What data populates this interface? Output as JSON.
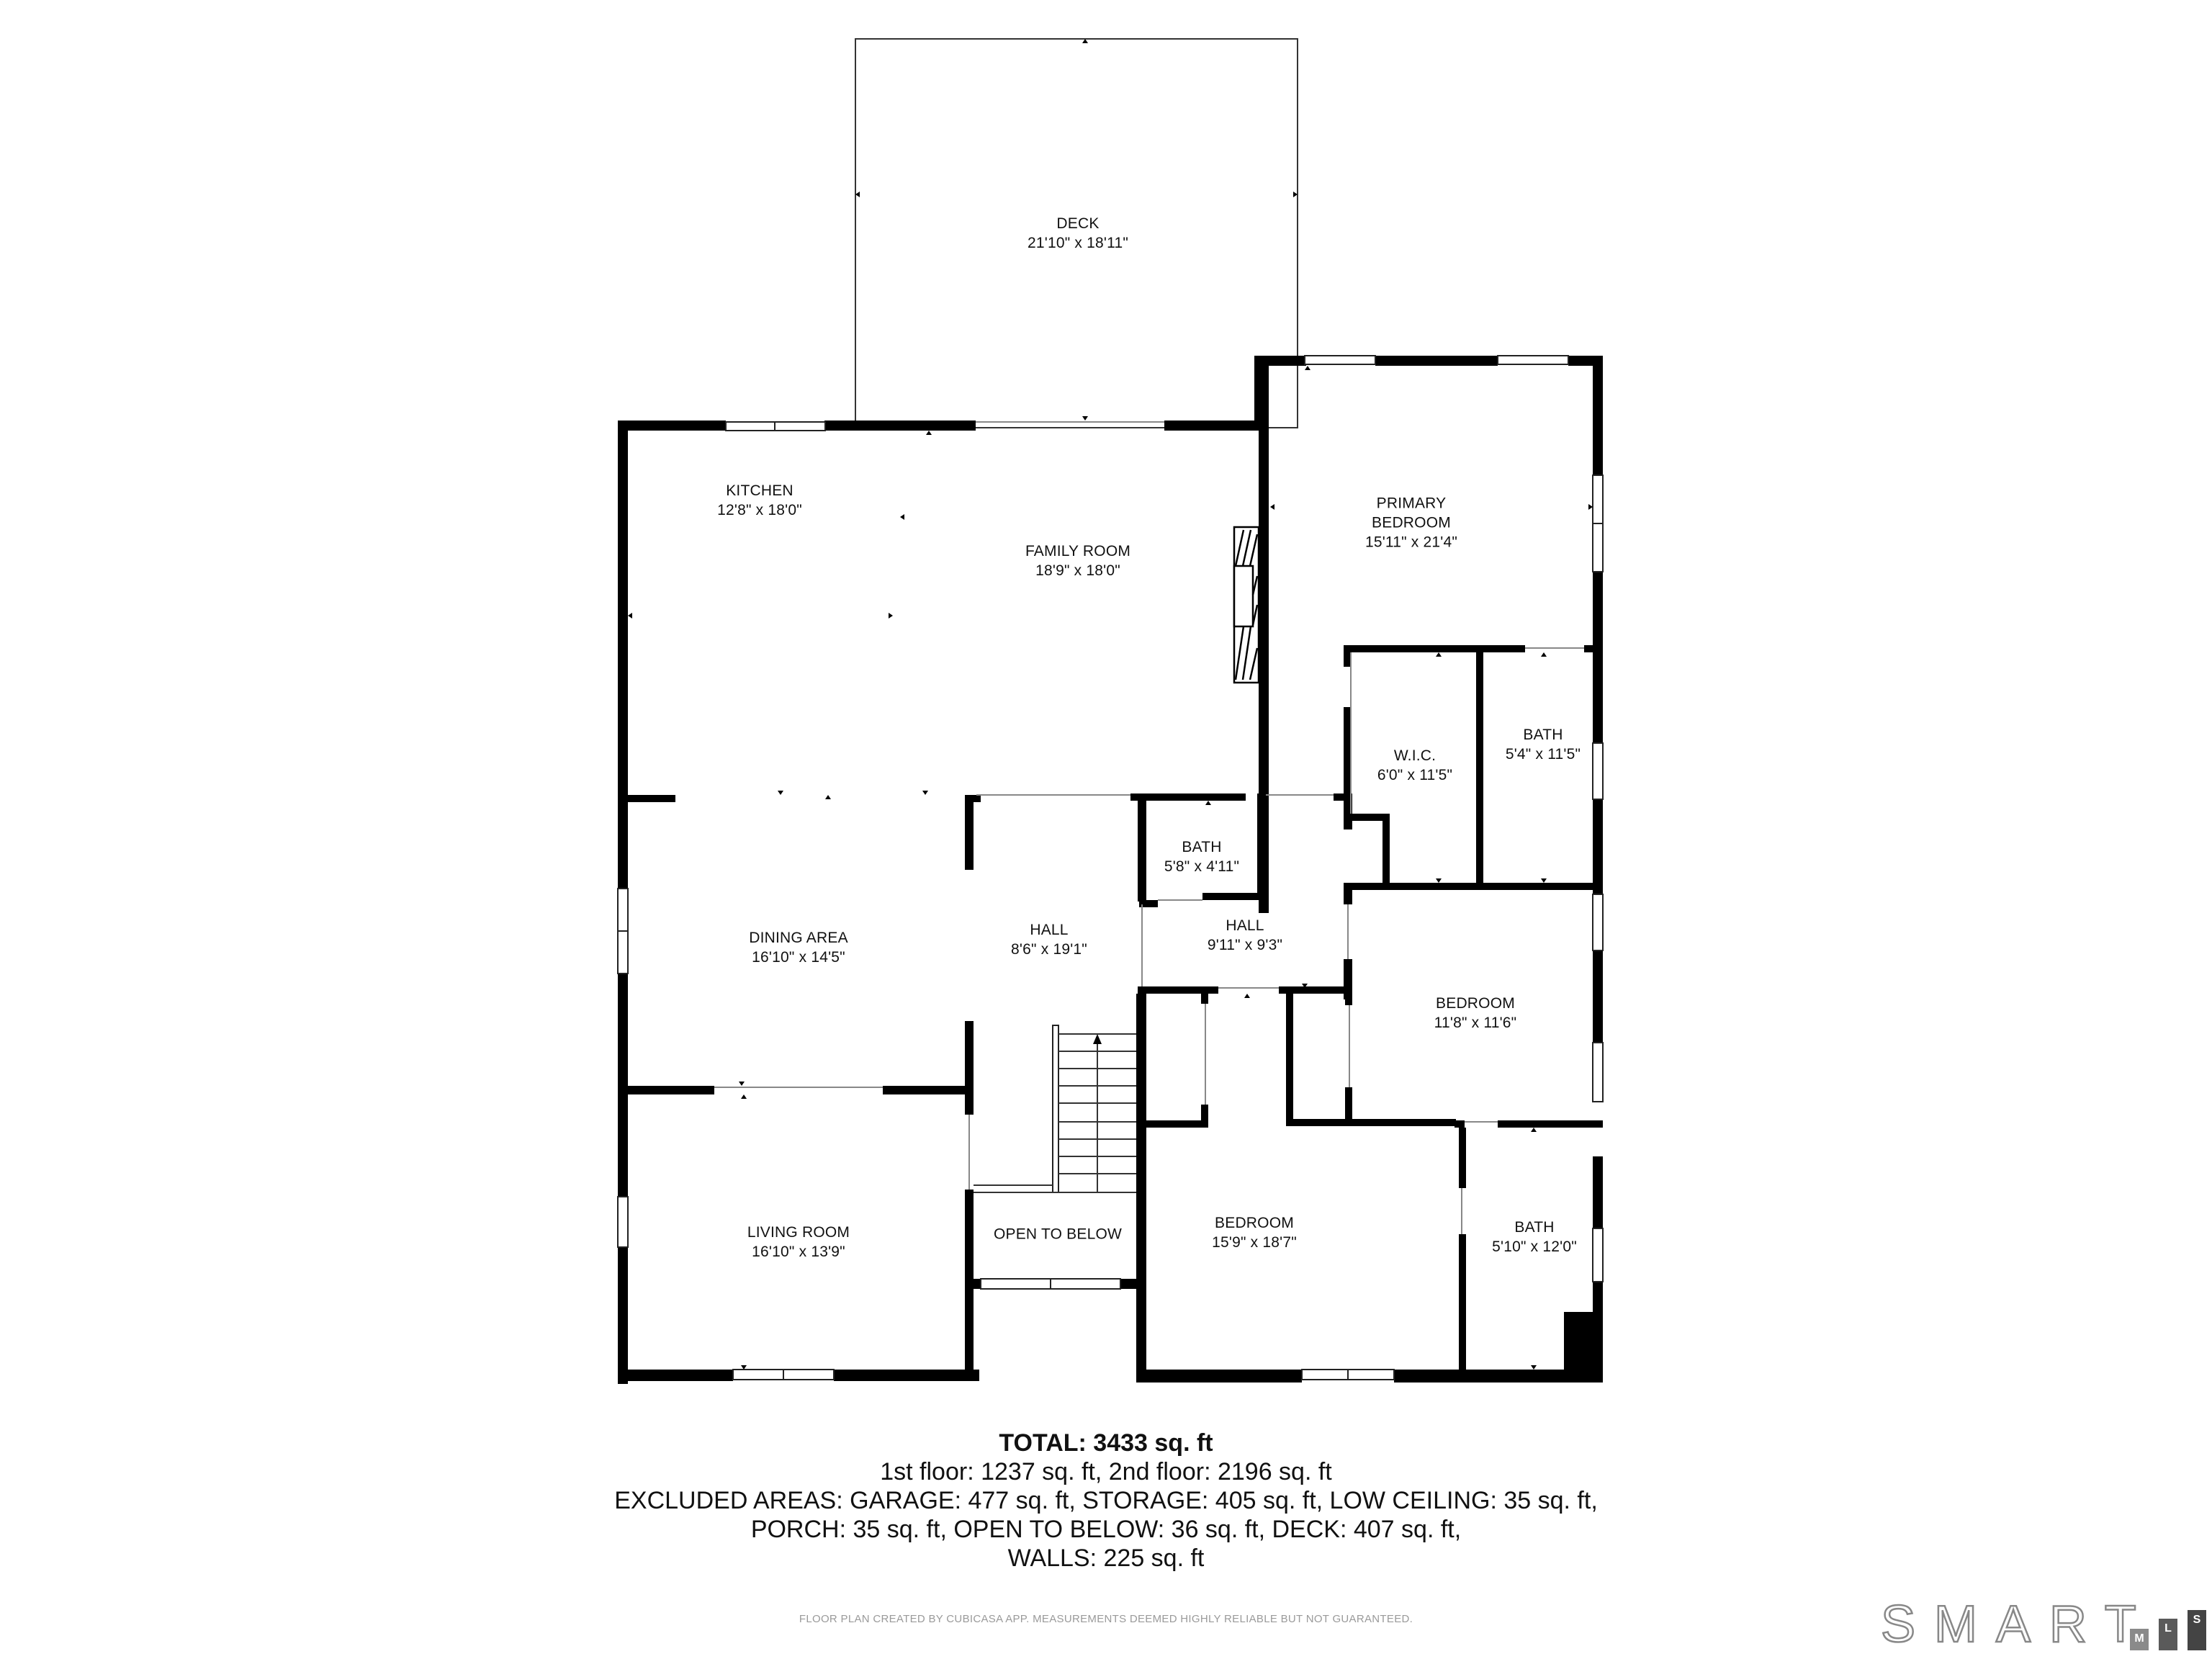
{
  "rooms": {
    "deck": {
      "name": "DECK",
      "dims": "21'10\" x 18'11\""
    },
    "kitchen": {
      "name": "KITCHEN",
      "dims": "12'8\" x 18'0\""
    },
    "family_room": {
      "name": "FAMILY ROOM",
      "dims": "18'9\" x 18'0\""
    },
    "primary_bedroom": {
      "name_line1": "PRIMARY",
      "name_line2": "BEDROOM",
      "dims": "15'11\" x 21'4\""
    },
    "wic": {
      "name": "W.I.C.",
      "dims": "6'0\" x 11'5\""
    },
    "primary_bath": {
      "name": "BATH",
      "dims": "5'4\" x 11'5\""
    },
    "hall_bath": {
      "name": "BATH",
      "dims": "5'8\" x 4'11\""
    },
    "dining_area": {
      "name": "DINING AREA",
      "dims": "16'10\" x 14'5\""
    },
    "hall_main": {
      "name": "HALL",
      "dims": "8'6\" x 19'1\""
    },
    "hall_upper": {
      "name": "HALL",
      "dims": "9'11\" x 9'3\""
    },
    "bedroom_2": {
      "name": "BEDROOM",
      "dims": "11'8\" x 11'6\""
    },
    "living_room": {
      "name": "LIVING ROOM",
      "dims": "16'10\" x 13'9\""
    },
    "open_to_below": {
      "name": "OPEN TO BELOW"
    },
    "bedroom_3": {
      "name": "BEDROOM",
      "dims": "15'9\" x 18'7\""
    },
    "bath_3": {
      "name": "BATH",
      "dims": "5'10\" x 12'0\""
    }
  },
  "summary": {
    "total": "TOTAL: 3433 sq. ft",
    "floors": "1st floor: 1237 sq. ft, 2nd floor: 2196 sq. ft",
    "excluded_line1": "EXCLUDED AREAS: GARAGE: 477 sq. ft, STORAGE: 405 sq. ft, LOW CEILING: 35 sq. ft,",
    "excluded_line2": "PORCH: 35 sq. ft, OPEN TO BELOW: 36 sq. ft, DECK: 407 sq. ft,",
    "excluded_line3": "WALLS: 225 sq. ft"
  },
  "disclaimer": "FLOOR PLAN CREATED BY CUBICASA APP. MEASUREMENTS DEEMED HIGHLY RELIABLE BUT NOT GUARANTEED.",
  "logo": {
    "word": "SMART",
    "bars": [
      "M",
      "L",
      "S"
    ],
    "bar_colors": [
      "#8a8a8a",
      "#5a5a5a",
      "#444444"
    ]
  },
  "colors": {
    "wall": "#000000",
    "background": "#ffffff",
    "disclaimer_text": "#9a9a9a"
  }
}
